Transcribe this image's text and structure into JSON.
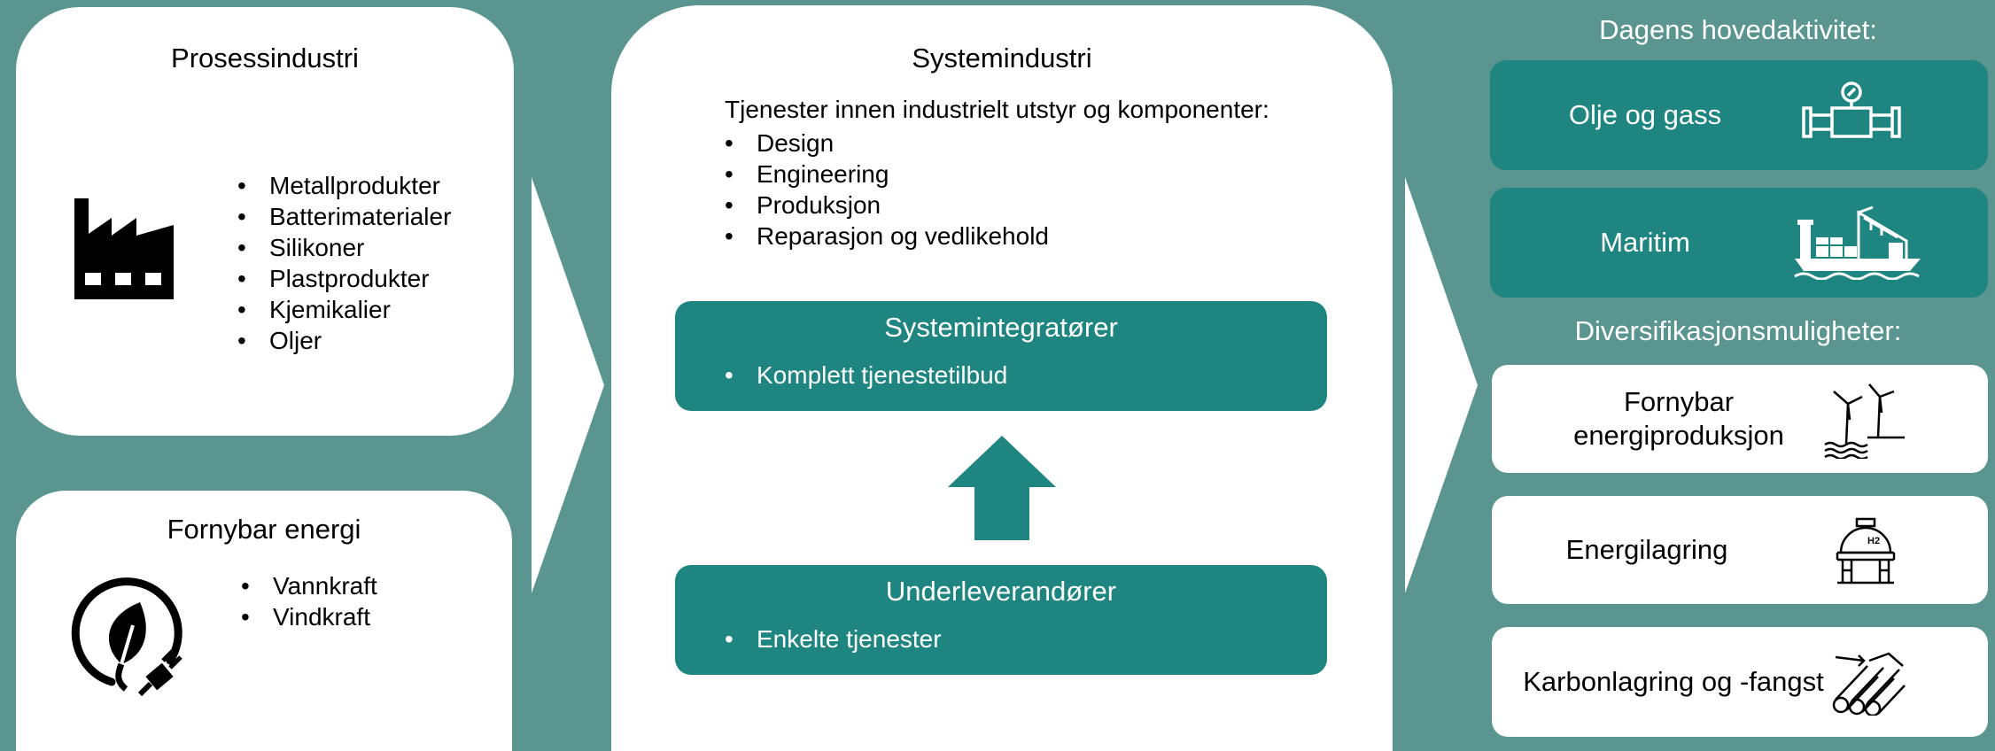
{
  "process": {
    "title": "Prosessindustri",
    "icon": "factory-icon",
    "items": [
      "Metallprodukter",
      "Batterimaterialer",
      "Silikoner",
      "Plastprodukter",
      "Kjemikalier",
      "Oljer"
    ]
  },
  "renewable": {
    "title": "Fornybar energi",
    "icon": "green-energy-plug-icon",
    "items": [
      "Vannkraft",
      "Vindkraft"
    ]
  },
  "system": {
    "title": "Systemindustri",
    "intro": "Tjenester innen industrielt utstyr og komponenter:",
    "items": [
      "Design",
      "Engineering",
      "Produksjon",
      "Reparasjon og vedlikehold"
    ],
    "integrators": {
      "title": "Systemintegratører",
      "items": [
        "Komplett tjenestetilbud"
      ]
    },
    "suppliers": {
      "title": "Underleverandører",
      "items": [
        "Enkelte tjenester"
      ]
    }
  },
  "today": {
    "heading": "Dagens hovedaktivitet:",
    "items": [
      {
        "label": "Olje og gass",
        "icon": "pipeline-valve-icon"
      },
      {
        "label": "Maritim",
        "icon": "ship-icon"
      }
    ]
  },
  "diversification": {
    "heading": "Diversifikasjonsmuligheter:",
    "items": [
      {
        "label": "Fornybar energiproduksjon",
        "icon": "offshore-wind-icon"
      },
      {
        "label": "Energilagring",
        "icon": "hydrogen-tank-icon"
      },
      {
        "label": "Karbonlagring og -fangst",
        "icon": "carbon-pipes-icon"
      }
    ]
  },
  "colors": {
    "background": "#5a958f",
    "teal": "#1f8580",
    "white": "#ffffff"
  }
}
